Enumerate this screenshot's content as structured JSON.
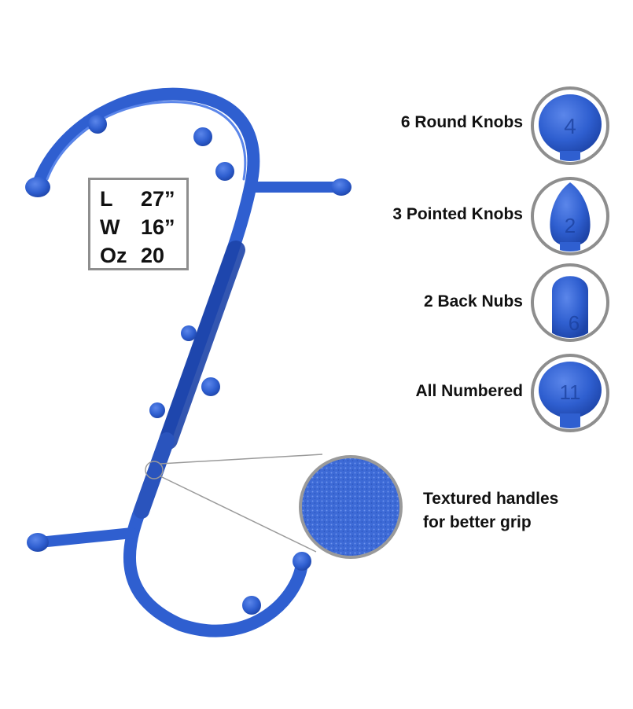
{
  "dimensions": [
    {
      "key": "L",
      "value": "27”"
    },
    {
      "key": "W",
      "value": "16”"
    },
    {
      "key": "Oz",
      "value": "20"
    }
  ],
  "features": [
    {
      "label": "6 Round Knobs",
      "knob_number": "4"
    },
    {
      "label": "3 Pointed Knobs",
      "knob_number": "2"
    },
    {
      "label": "2 Back Nubs",
      "knob_number": "6"
    },
    {
      "label": "All Numbered",
      "knob_number": "11"
    }
  ],
  "texture_callout": {
    "line1": "Textured handles",
    "line2": "for better grip"
  },
  "colors": {
    "product_blue": "#2f5fd0",
    "product_dark": "#1d44a8",
    "frame_gray": "#8e8e8e",
    "text": "#111111"
  }
}
